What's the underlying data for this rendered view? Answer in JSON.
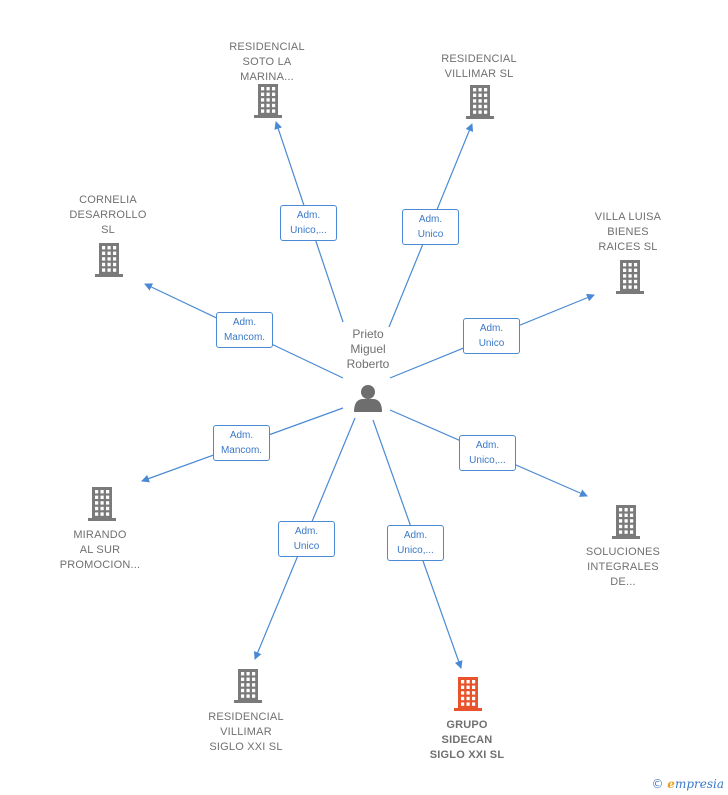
{
  "center": {
    "name_lines": [
      "Prieto",
      "Miguel",
      "Roberto"
    ],
    "icon": "person-icon"
  },
  "colors": {
    "line": "#4a8ad4",
    "building": "#7a7a7a",
    "building_highlight": "#e8532c"
  },
  "companies": [
    {
      "id": "soto",
      "lines": [
        "RESIDENCIAL",
        "SOTO LA",
        "MARINA..."
      ],
      "role_lines": [
        "Adm.",
        "Unico,..."
      ],
      "highlight": false,
      "icon": "building-icon"
    },
    {
      "id": "villimar",
      "lines": [
        "RESIDENCIAL",
        "VILLIMAR SL"
      ],
      "role_lines": [
        "Adm.",
        "Unico"
      ],
      "highlight": false,
      "icon": "building-icon"
    },
    {
      "id": "cornelia",
      "lines": [
        "CORNELIA",
        "DESARROLLO",
        "SL"
      ],
      "role_lines": [
        "Adm.",
        "Mancom."
      ],
      "highlight": false,
      "icon": "building-icon"
    },
    {
      "id": "villaluisa",
      "lines": [
        "VILLA LUISA",
        "BIENES",
        "RAICES SL"
      ],
      "role_lines": [
        "Adm.",
        "Unico"
      ],
      "highlight": false,
      "icon": "building-icon"
    },
    {
      "id": "mirando",
      "lines": [
        "MIRANDO",
        "AL SUR",
        "PROMOCION..."
      ],
      "role_lines": [
        "Adm.",
        "Mancom."
      ],
      "highlight": false,
      "icon": "building-icon"
    },
    {
      "id": "soluciones",
      "lines": [
        "SOLUCIONES",
        "INTEGRALES",
        "DE..."
      ],
      "role_lines": [
        "Adm.",
        "Unico,..."
      ],
      "highlight": false,
      "icon": "building-icon"
    },
    {
      "id": "villimarxxi",
      "lines": [
        "RESIDENCIAL",
        "VILLIMAR",
        "SIGLO XXI SL"
      ],
      "role_lines": [
        "Adm.",
        "Unico"
      ],
      "highlight": false,
      "icon": "building-icon"
    },
    {
      "id": "sidecan",
      "lines": [
        "GRUPO",
        "SIDECAN",
        "SIGLO XXI SL"
      ],
      "role_lines": [
        "Adm.",
        "Unico,..."
      ],
      "highlight": true,
      "icon": "building-icon"
    }
  ],
  "footer": {
    "copyright": "©",
    "brand_initial": "e",
    "brand_rest": "mpresia"
  }
}
